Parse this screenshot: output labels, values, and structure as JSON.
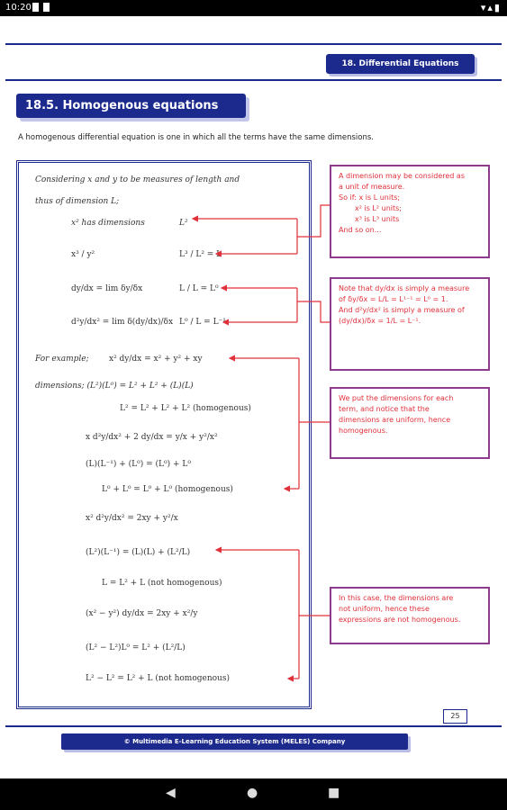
{
  "status": {
    "time": "10:20"
  },
  "header": {
    "chapter": "18. Differential Equations"
  },
  "section": {
    "title": "18.5. Homogenous equations"
  },
  "intro": "A homogenous differential equation is one in which all the terms have the same dimensions.",
  "math": {
    "l1": "Considering x and y to be measures of length and",
    "l2": "thus of dimension L;",
    "r1a": "x²    has dimensions",
    "r1b": "L²",
    "r2a": "x³ / y²",
    "r2b": "L³ / L² = L",
    "r3a": "dy/dx = lim δy/δx",
    "r3b": "L / L = L⁰",
    "r4a": "d²y/dx² = lim δ(dy/dx)/δx",
    "r4b": "L⁰ / L = L⁻¹",
    "ex1a": "For example;",
    "ex1b": "x² dy/dx  =  x² + y² + xy",
    "ex2": "dimensions; (L²)(L⁰) = L² + L² + (L)(L)",
    "ex3": "L² = L² + L² + L²  (homogenous)",
    "ex4": "x d²y/dx² + 2 dy/dx  =  y/x + y²/x²",
    "ex5": "(L)(L⁻¹) + (L⁰) = (L⁰) + L⁰",
    "ex6": "L⁰ + L⁰  =  L⁰ + L⁰  (homogenous)",
    "ex7": "x² d²y/dx²  =  2xy + y²/x",
    "ex8": "(L²)(L⁻¹) = (L)(L) + (L²/L)",
    "ex9": "L   =   L² + L   (not homogenous)",
    "ex10": "(x² − y²) dy/dx  =  2xy + x²/y",
    "ex11": "(L² − L²)L⁰  =  L²  + (L²/L)",
    "ex12": "L² − L²  =  L² + L  (not homogenous)"
  },
  "notes": {
    "n1": [
      "A dimension may be considered as",
      "a unit of measure.",
      "So if:   x is L units;",
      "x² is L² units;",
      "x³ is L³ units",
      "And so on..."
    ],
    "n2": [
      "Note that dy/dx is simply a measure",
      "of δy/δx = L/L = L¹⁻¹ = L⁰ = 1.",
      "And d²y/dx² is simply a measure of",
      "(dy/dx)/δx = 1/L = L⁻¹."
    ],
    "n3": [
      "We put the dimensions for each",
      "term, and notice that the",
      "dimensions are uniform, hence",
      "homogenous."
    ],
    "n4": [
      "In this case, the dimensions are",
      "not uniform, hence these",
      "expressions are not homogenous."
    ]
  },
  "page_number": "25",
  "footer": "© Multimedia E-Learning Education System (MELES) Company",
  "colors": {
    "navy": "#1c2a8e",
    "red": "#e0303a",
    "purple": "#8e3b8e"
  }
}
